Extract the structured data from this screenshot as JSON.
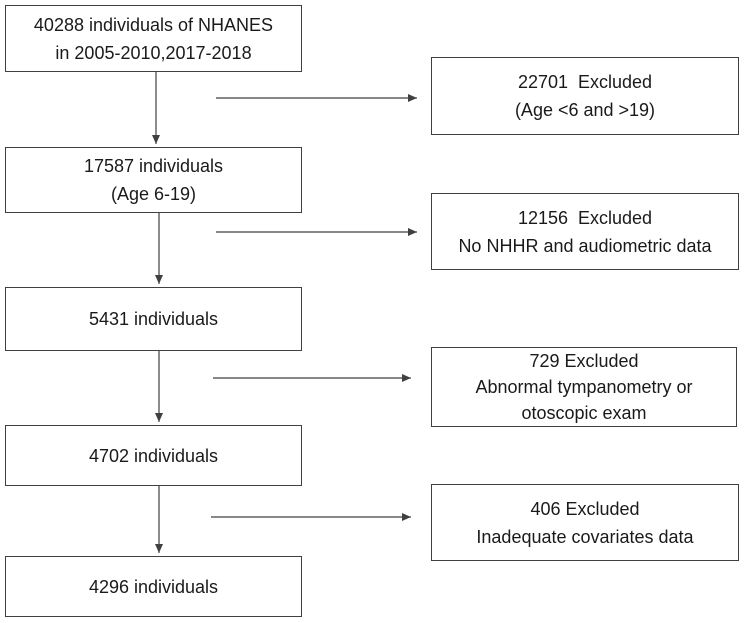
{
  "flowchart": {
    "main_boxes": [
      {
        "lines": [
          "40288 individuals of NHANES",
          "in 2005-2010,2017-2018"
        ]
      },
      {
        "lines": [
          "17587 individuals",
          "(Age 6-19)"
        ]
      },
      {
        "lines": [
          "5431 individuals"
        ]
      },
      {
        "lines": [
          "4702 individuals"
        ]
      },
      {
        "lines": [
          "4296 individuals"
        ]
      }
    ],
    "exclusion_boxes": [
      {
        "lines": [
          "22701  Excluded",
          "(Age <6 and >19)"
        ]
      },
      {
        "lines": [
          "12156  Excluded",
          "No NHHR and audiometric data"
        ]
      },
      {
        "lines": [
          "729 Excluded",
          "Abnormal tympanometry or",
          "otoscopic exam"
        ]
      },
      {
        "lines": [
          "406 Excluded",
          "Inadequate covariates data"
        ]
      }
    ]
  },
  "colors": {
    "border": "#404040",
    "arrow": "#404040",
    "text": "#1a1a1a",
    "background": "#ffffff"
  }
}
